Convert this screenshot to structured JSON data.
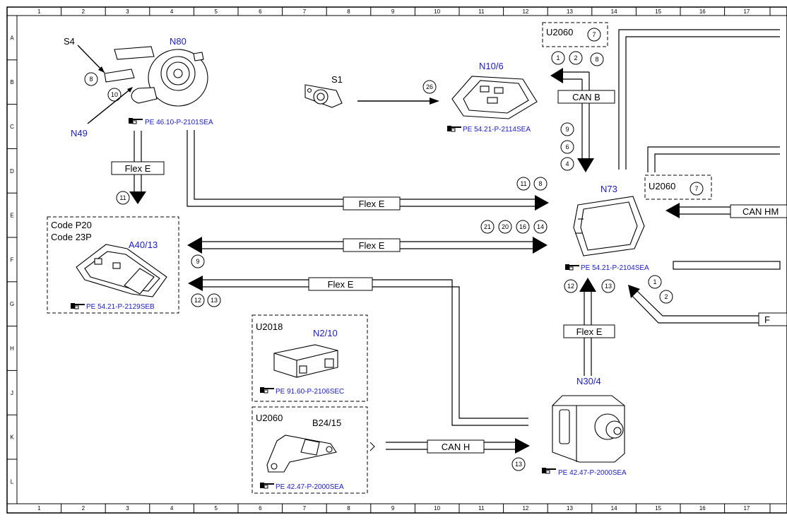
{
  "grid": {
    "columns": [
      "1",
      "2",
      "3",
      "4",
      "5",
      "6",
      "7",
      "8",
      "9",
      "10",
      "11",
      "12",
      "13",
      "14",
      "15",
      "16",
      "17"
    ],
    "rows": [
      "A",
      "B",
      "C",
      "D",
      "E",
      "F",
      "G",
      "H",
      "J",
      "K",
      "L"
    ]
  },
  "components": {
    "n80": {
      "label": "N80",
      "ref": "PE 46.10-P-2101SEA",
      "s4": "S4",
      "n49": "N49",
      "pins": [
        "8",
        "10"
      ]
    },
    "s1": {
      "label": "S1"
    },
    "n10_6": {
      "label": "N10/6",
      "ref": "PE 54.21-P-2114SEA"
    },
    "u2060_top": {
      "label": "U2060",
      "pin": "7"
    },
    "n73": {
      "label": "N73",
      "ref": "PE 54.21-P-2104SEA"
    },
    "u2060_mid": {
      "label": "U2060",
      "pin": "7"
    },
    "a40_13": {
      "code1": "Code P20",
      "code2": "Code 23P",
      "label": "A40/13",
      "ref": "PE 54.21-P-2129SEB"
    },
    "n2_10": {
      "variant": "U2018",
      "label": "N2/10",
      "ref": "PE 91.60-P-2106SEC"
    },
    "b24_15": {
      "variant": "U2060",
      "label": "B24/15",
      "ref": "PE 42.47-P-2000SEA"
    },
    "n30_4": {
      "label": "N30/4",
      "ref": "PE 42.47-P-2000SEA"
    }
  },
  "buses": {
    "can_b": "CAN B",
    "can_hm": "CAN HM",
    "can_h": "CAN H",
    "flex_e": "Flex E",
    "right_f": "F"
  },
  "pins": {
    "p26": "26",
    "u2060_top": [
      "1",
      "2",
      "8"
    ],
    "canb_down": [
      "9",
      "6",
      "4"
    ],
    "n73_top": [
      "11",
      "8"
    ],
    "n80_down": "11",
    "row_e": [
      "21",
      "20",
      "16",
      "14"
    ],
    "a40_9": "9",
    "a40_12_13": [
      "12",
      "13"
    ],
    "n30_up": [
      "12",
      "13"
    ],
    "right_1_2": [
      "1",
      "2"
    ],
    "can_h": "13"
  },
  "icons": [
    "finger-pointer-icon"
  ]
}
